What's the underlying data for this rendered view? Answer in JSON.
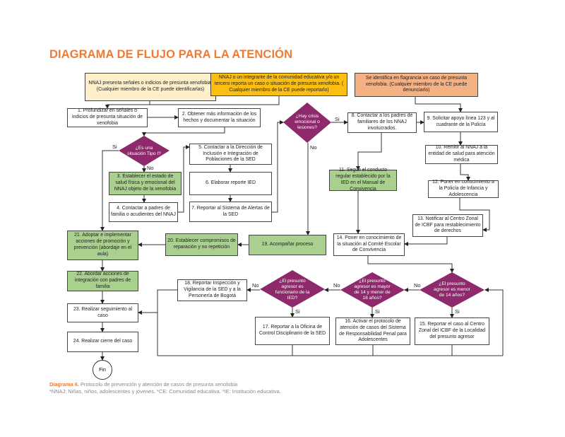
{
  "title": "DIAGRAMA DE FLUJO PARA LA ATENCIÓN",
  "colors": {
    "title": "#F07A32",
    "decision": "#8E2A6B",
    "green_step": "#A9D08E",
    "start_1": "#FDEFC9",
    "start_2": "#FDBE12",
    "start_3": "#F4B183"
  },
  "nodes": {
    "top1": "NNAJ presenta señales o indicios de presunta xenofobia. (Cualquier miembro de la CE puede identificarlas)",
    "top2": "NNAJ o un integrante de la comunidad educativa y/o un tercero reporta un caso o situación de presunta xenofobia. ( Cualquier miembro de la CE puede reportarlo)",
    "top3": "Se identifica en flagrancia un caso de presunta xenofobia. (Cualquier miembro de la CE puede denunciarlo)",
    "s1": "1. Profundizar en señales o indicios de presunta situación de xenofobia",
    "s2": "2. Obtener más información de los hechos y documentar la situación",
    "s3": "3. Establecer el estado de salud física y emocional del NNAJ objeto de la xenofobia",
    "s4": "4. Contactar a padres de familia o acudientes del NNAJ",
    "s5": "5. Contactar a la Dirección de Inclusión e Integración de Poblaciones de la SED",
    "s6": "6. Elaborar reporte IED",
    "s7": "7. Reportar al Sistema de Alertas de la SED",
    "s8": "8. Contactar a los padres de familiares de los NNAJ involucrados.",
    "s9": "9. Solicitar apoyo línea 123 y al cuadrante de la Policía",
    "s10": "10. Remitir al NNAJ a la entidad de salud para atención médica",
    "s11": "11. Seguir el conducto regular establecido por la IED en el Manual de Convivencia",
    "s12": "12. Poner en conocimiento a la Policía de Infancia y Adolescencia",
    "s13": "13. Notificar al Centro Zonal de ICBF para restablecimiento de derechos",
    "s14": "14. Poner en conocimiento de la situación al Comité Escolar de Convivencia",
    "s15": "15. Reportar el caso al Centro Zonal del ICBF de la Localidad del presunto agresor",
    "s16": "16. Activar el protocolo de atención de casos del Sistema de Responsabilidad Penal para Adolescentes",
    "s17": "17. Reportar a la Oficina de Control Disciplinario de la SED",
    "s18": "18. Reportar Inspección y Vigilancia de la SED y a la Personería de Bogotá",
    "s19": "19. Acompañar proceso",
    "s20": "20. Establecer compromisos de reparación y no repetición",
    "s21": "21. Adoptar e implementar acciones de promoción y prevención (abordaje en el aula)",
    "s22": "22. Abordar acciones de integración con padres de familia",
    "s23": "23. Realizar seguimiento al caso",
    "s24": "24. Realizar cierre del caso",
    "fin": "Fin"
  },
  "decisions": {
    "tipo1": "¿Es una situación Tipo I?",
    "crisis": "¿Hay crisis emocional o lesiones?",
    "funcionario": "¿El presunto agresor es funcionario de la IED?",
    "edad14_18": "¿El presunto agresor es mayor de 14 y menor de 18 años?",
    "menor14": "¿El presunto agresor es menor de 14 años?"
  },
  "edge_labels": {
    "yes": "Si",
    "no": "No"
  },
  "caption": {
    "label": "Diagrama 6.",
    "text": "Protocolo de prevención y atención de casos de presunta xenofobia",
    "note": "*NNAJ: Niñas, niños, adolescentes y jóvenes. *CE: Comunidad educativa. *IE: Institución educativa."
  }
}
